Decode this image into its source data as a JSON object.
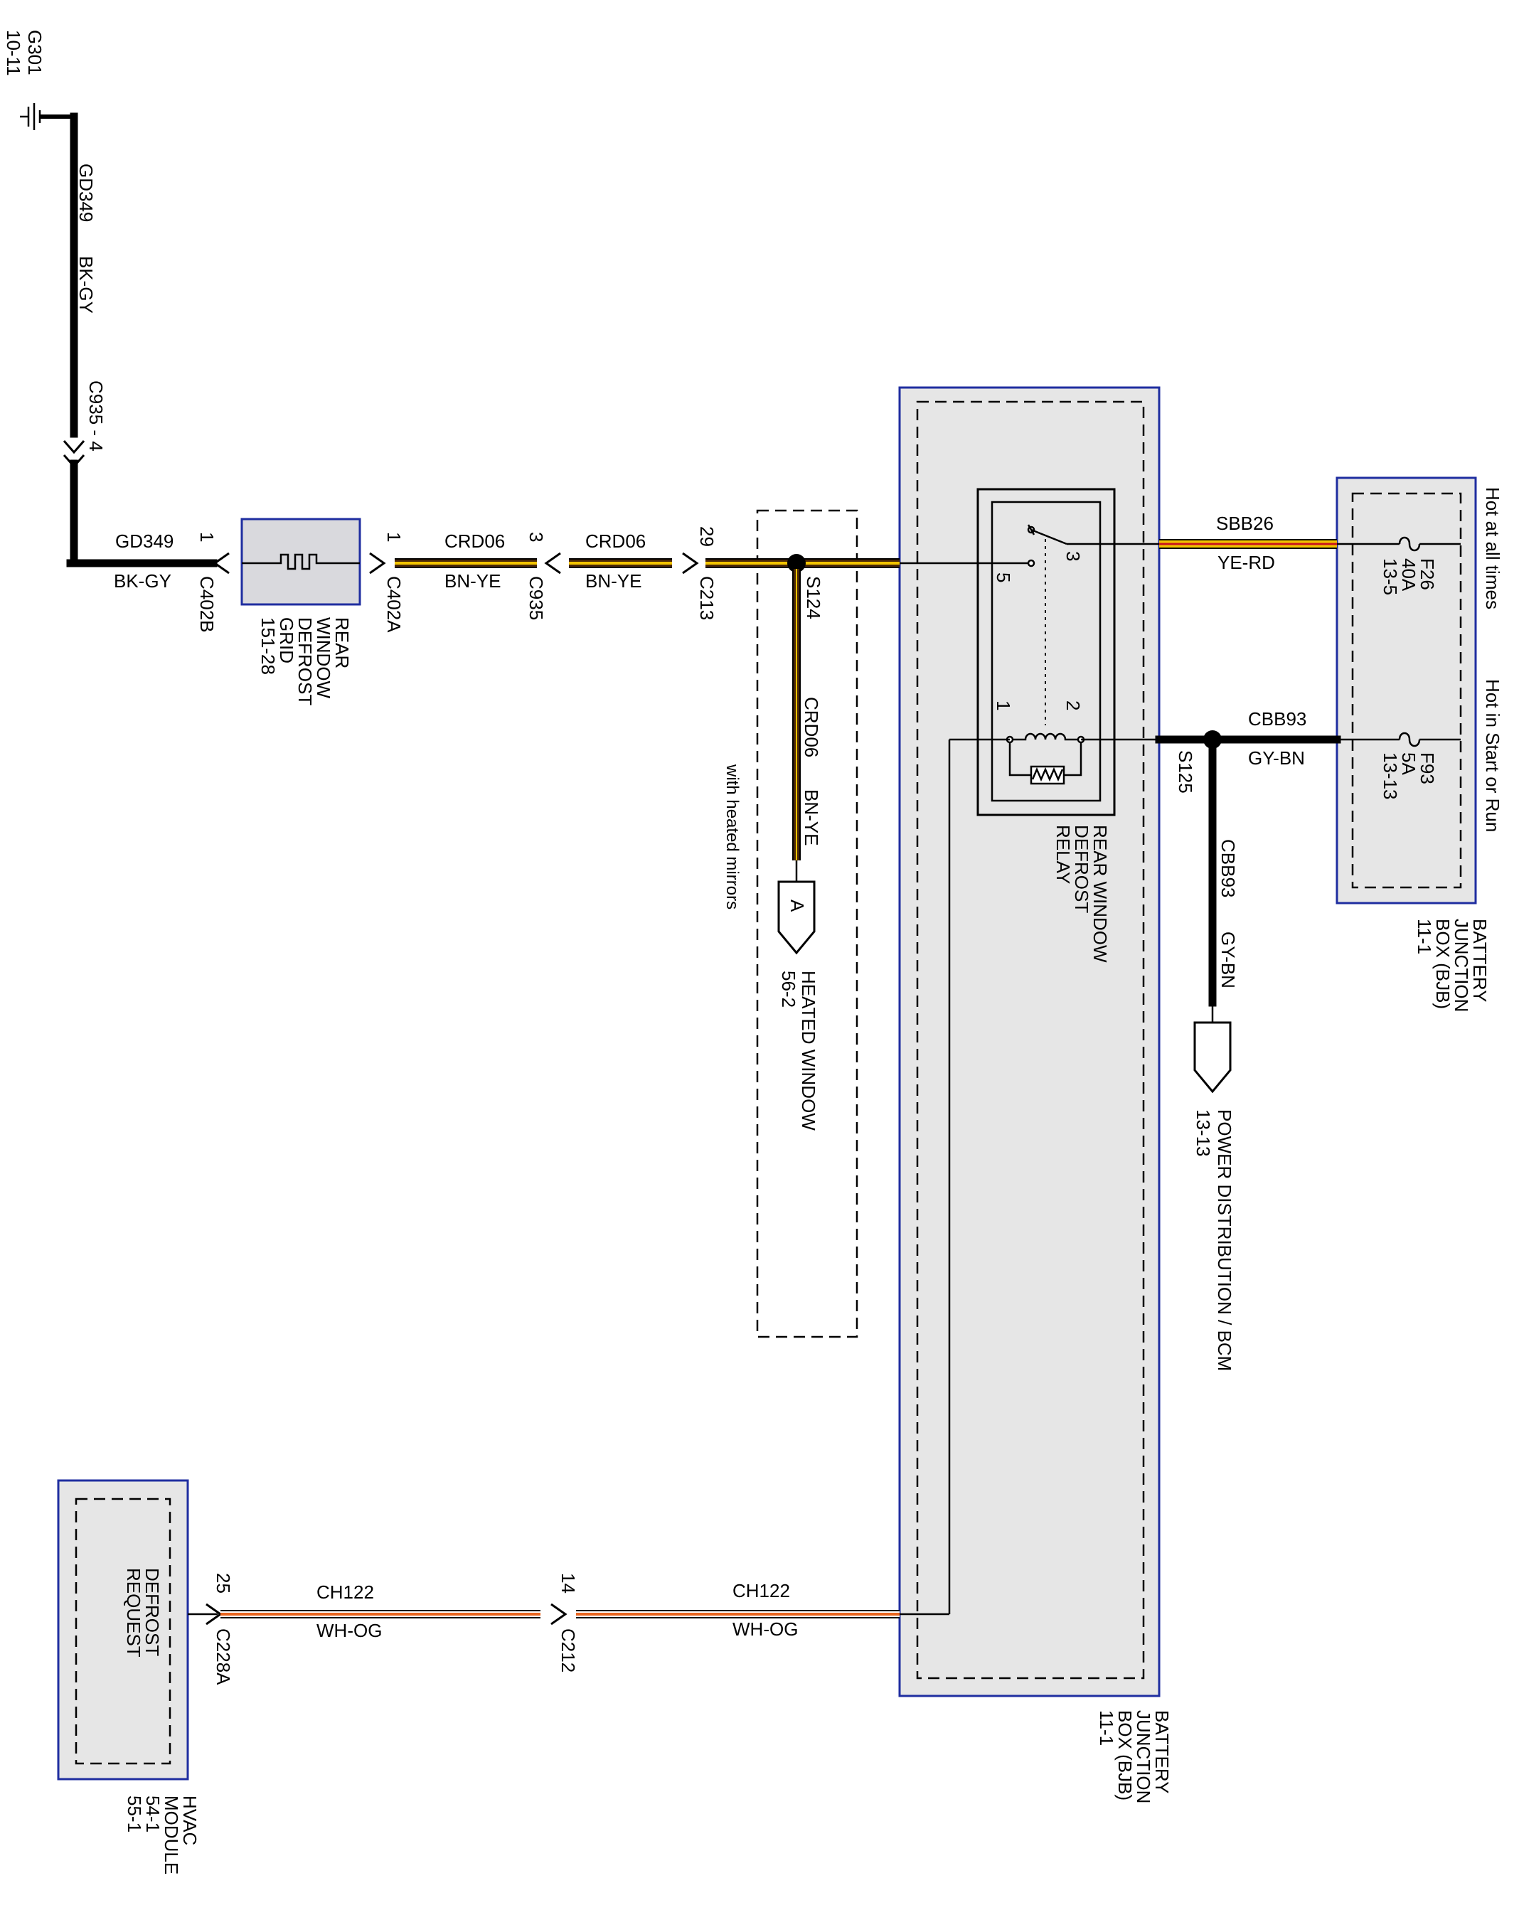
{
  "ground": {
    "name": "G301",
    "ref": "10-11"
  },
  "wires": {
    "gd349_vertical": {
      "circuit": "GD349",
      "color": "BK-GY"
    },
    "gd349_horizontal": {
      "circuit": "GD349",
      "color": "BK-GY"
    },
    "crd06_grid_side": {
      "circuit": "CRD06",
      "color": "BN-YE"
    },
    "crd06_mid": {
      "circuit": "CRD06",
      "color": "BN-YE"
    },
    "crd06_branch": {
      "circuit": "CRD06",
      "color": "BN-YE"
    },
    "sbb26": {
      "circuit": "SBB26",
      "color": "YE-RD"
    },
    "cbb93_horizontal": {
      "circuit": "CBB93",
      "color": "GY-BN"
    },
    "cbb93_vertical": {
      "circuit": "CBB93",
      "color": "GY-BN"
    },
    "ch122_left": {
      "circuit": "CH122",
      "color": "WH-OG"
    },
    "ch122_right": {
      "circuit": "CH122",
      "color": "WH-OG"
    }
  },
  "connectors": {
    "c935_4": {
      "name": "C935",
      "pin": "4",
      "label": "C935  -  4"
    },
    "c402b": {
      "name": "C402B",
      "pin": "1"
    },
    "c402a": {
      "name": "C402A",
      "pin": "1"
    },
    "c935": {
      "name": "C935",
      "pin": "3"
    },
    "c213": {
      "name": "C213",
      "pin": "29"
    },
    "c228a": {
      "name": "C228A",
      "pin": "25"
    },
    "c212": {
      "name": "C212",
      "pin": "14"
    }
  },
  "splices": {
    "s124": "S124",
    "s125": "S125"
  },
  "components": {
    "defrost_grid": {
      "lines": [
        "REAR",
        "WINDOW",
        "DEFROST",
        "GRID",
        "151-28"
      ]
    },
    "relay": {
      "lines": [
        "REAR WINDOW",
        "DEFROST",
        "RELAY"
      ],
      "pins": [
        "3",
        "5",
        "1",
        "2"
      ]
    },
    "bjb_main": {
      "lines": [
        "BATTERY",
        "JUNCTION",
        "BOX (BJB)",
        "11-1"
      ]
    },
    "bjb_fuses": {
      "lines": [
        "BATTERY",
        "JUNCTION",
        "BOX (BJB)",
        "11-1"
      ]
    },
    "hvac": {
      "lines": [
        "HVAC",
        "MODULE",
        "54-1",
        "55-1"
      ],
      "inner": [
        "DEFROST",
        "REQUEST"
      ]
    }
  },
  "fuses": {
    "f26": {
      "name": "F26",
      "rating": "40A",
      "ref": "13-5",
      "note": "Hot at all times"
    },
    "f93": {
      "name": "F93",
      "rating": "5A",
      "ref": "13-13",
      "note": "Hot in Start or Run"
    }
  },
  "references": {
    "heated_window": {
      "letter": "A",
      "lines": [
        "HEATED WINDOW",
        "56-2"
      ],
      "note": "with heated mirrors"
    },
    "power_dist": {
      "lines": [
        "POWER DISTRIBUTION / BCM",
        "13-13"
      ]
    }
  },
  "colors": {
    "black": "#000000",
    "brown": "#4a2708",
    "yellow": "#f2c300",
    "red": "#c8141e",
    "orange": "#e8641e",
    "white": "#ffffff",
    "box_border": "#1f2ea0",
    "box_fill": "#e6e6e6"
  }
}
